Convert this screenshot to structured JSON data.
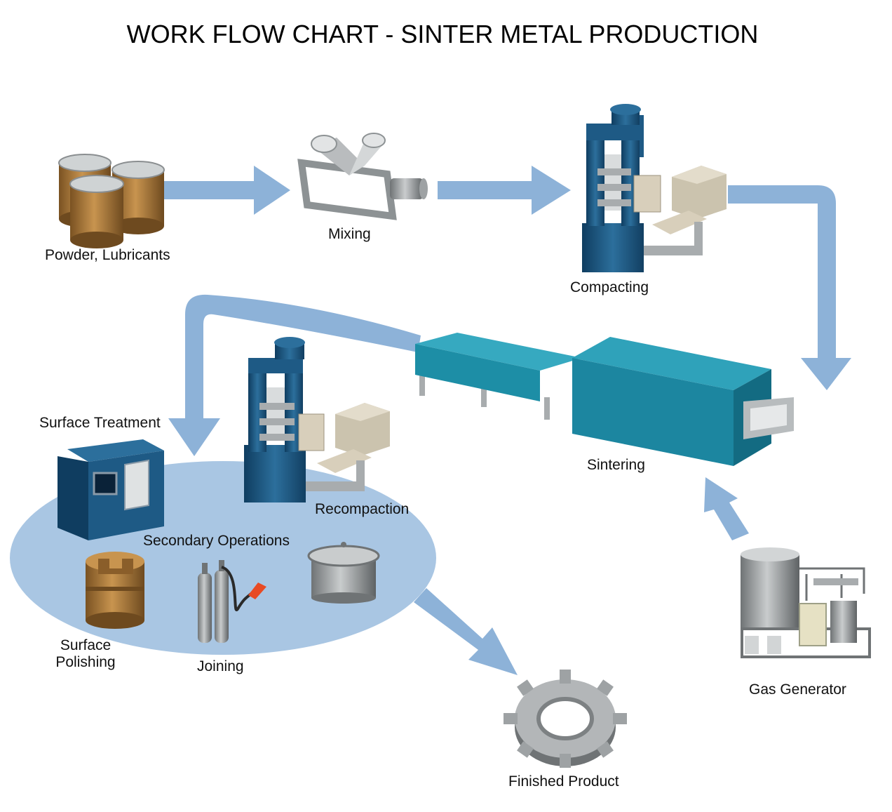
{
  "title": "WORK FLOW CHART - SINTER METAL PRODUCTION",
  "steps": {
    "powder": "Powder, Lubricants",
    "mixing": "Mixing",
    "compacting": "Compacting",
    "sintering": "Sintering",
    "gas_generator": "Gas Generator",
    "surface_treatment": "Surface Treatment",
    "recompaction": "Recompaction",
    "secondary_operations": "Secondary Operations",
    "surface_polishing": "Surface Polishing",
    "joining": "Joining",
    "finished_product": "Finished Product"
  },
  "colors": {
    "arrow": "#8db2d8",
    "ellipse": "#a9c6e3",
    "machine_blue": "#1e5a85",
    "sinter_teal": "#1d8ea6",
    "barrel_brown": "#b07c3e",
    "grey_metal": "#a8acae"
  }
}
